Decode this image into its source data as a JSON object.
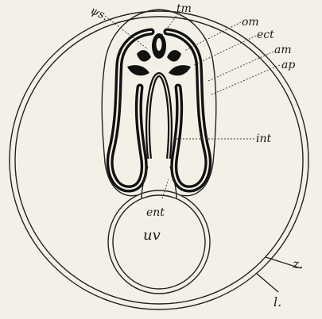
{
  "labels": {
    "ps": "ψs.",
    "tm": "tm",
    "om": "om",
    "ect": "ect",
    "am": "am",
    "ap": "ap",
    "int": "int",
    "ent": "ent",
    "uv": "uv",
    "z": "z.",
    "l": "l."
  },
  "colors": {
    "background": "#f3f1e7",
    "ink": "#111111"
  }
}
